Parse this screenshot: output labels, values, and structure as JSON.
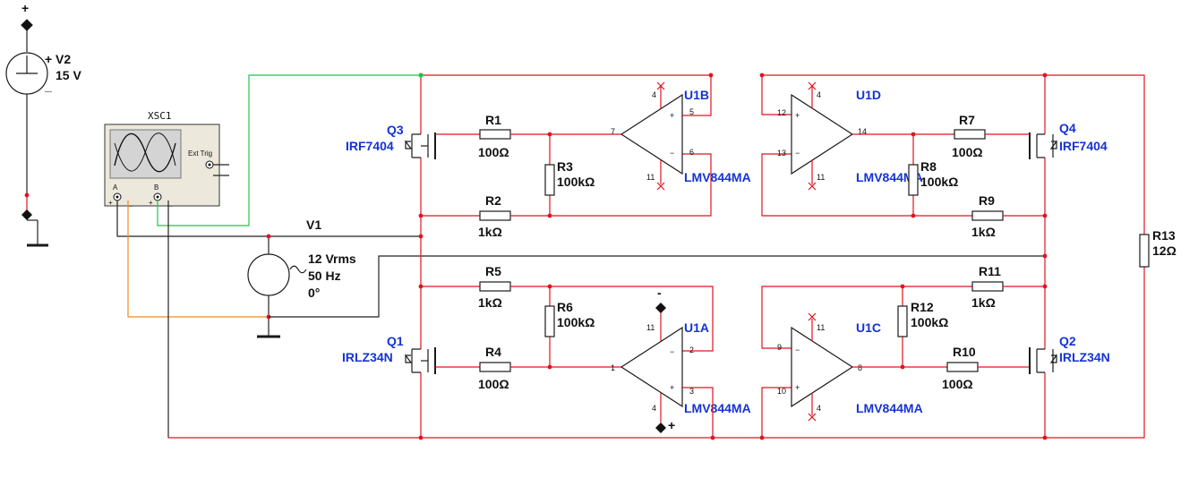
{
  "sources": {
    "v2": {
      "name": "V2",
      "value": "15 V",
      "plus": "+",
      "minus": "_",
      "top_sign": "+"
    },
    "v1": {
      "name": "V1",
      "amplitude": "12 Vrms",
      "freq": "50 Hz",
      "phase": "0°"
    }
  },
  "oscilloscope": {
    "name": "XSC1",
    "ch_a": "A",
    "ch_b": "B",
    "ext_trig": "Ext Trig",
    "plus": "+",
    "minus": "_"
  },
  "resistors": {
    "r1": {
      "name": "R1",
      "value": "100Ω"
    },
    "r2": {
      "name": "R2",
      "value": "1kΩ"
    },
    "r3": {
      "name": "R3",
      "value": "100kΩ"
    },
    "r4": {
      "name": "R4",
      "value": "100Ω"
    },
    "r5": {
      "name": "R5",
      "value": "1kΩ"
    },
    "r6": {
      "name": "R6",
      "value": "100kΩ"
    },
    "r7": {
      "name": "R7",
      "value": "100Ω"
    },
    "r8": {
      "name": "R8",
      "value": "100kΩ"
    },
    "r9": {
      "name": "R9",
      "value": "1kΩ"
    },
    "r10": {
      "name": "R10",
      "value": "100Ω"
    },
    "r11": {
      "name": "R11",
      "value": "1kΩ"
    },
    "r12": {
      "name": "R12",
      "value": "100kΩ"
    },
    "r13": {
      "name": "R13",
      "value": "12Ω"
    }
  },
  "mosfets": {
    "q1": {
      "name": "Q1",
      "part": "IRLZ34N"
    },
    "q2": {
      "name": "Q2",
      "part": "IRLZ34N"
    },
    "q3": {
      "name": "Q3",
      "part": "IRF7404"
    },
    "q4": {
      "name": "Q4",
      "part": "IRF7404"
    }
  },
  "opamps": {
    "u1a": {
      "name": "U1A",
      "part": "LMV844MA",
      "pins": {
        "out": "1",
        "inm": "2",
        "inp": "3",
        "vp": "11",
        "vm": "4"
      }
    },
    "u1b": {
      "name": "U1B",
      "part": "LMV844MA",
      "pins": {
        "out": "7",
        "inm": "6",
        "inp": "5",
        "vp": "4",
        "vm": "11"
      }
    },
    "u1c": {
      "name": "U1C",
      "part": "LMV844MA",
      "pins": {
        "out": "8",
        "inm": "9",
        "inp": "10",
        "vp": "11",
        "vm": "4"
      }
    },
    "u1d": {
      "name": "U1D",
      "part": "LMV844MA",
      "pins": {
        "out": "14",
        "inp": "12",
        "inm": "13",
        "vp": "4",
        "vm": "11"
      }
    }
  },
  "supply_marks": {
    "u1a_top": "-",
    "u1a_bottom": "+"
  },
  "colors": {
    "wire": "#e0141e",
    "label": "#1533d6",
    "scope_a": "#22c44a",
    "scope_b": "#f08a1a"
  }
}
